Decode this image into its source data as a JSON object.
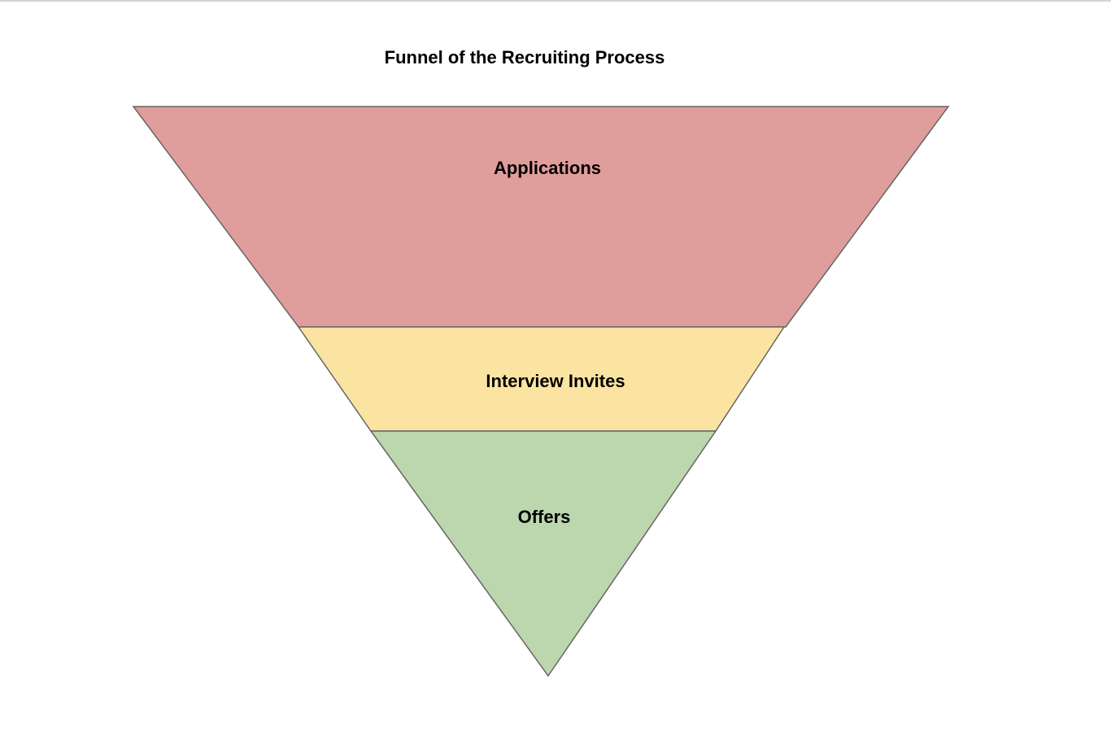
{
  "title": "Funnel of the Recruiting Process",
  "stages": [
    {
      "label": "Applications",
      "color": "#df9d9b"
    },
    {
      "label": "Interview Invites",
      "color": "#fbe3a1"
    },
    {
      "label": "Offers",
      "color": "#bcd6ae"
    }
  ],
  "stroke_color": "#666666"
}
